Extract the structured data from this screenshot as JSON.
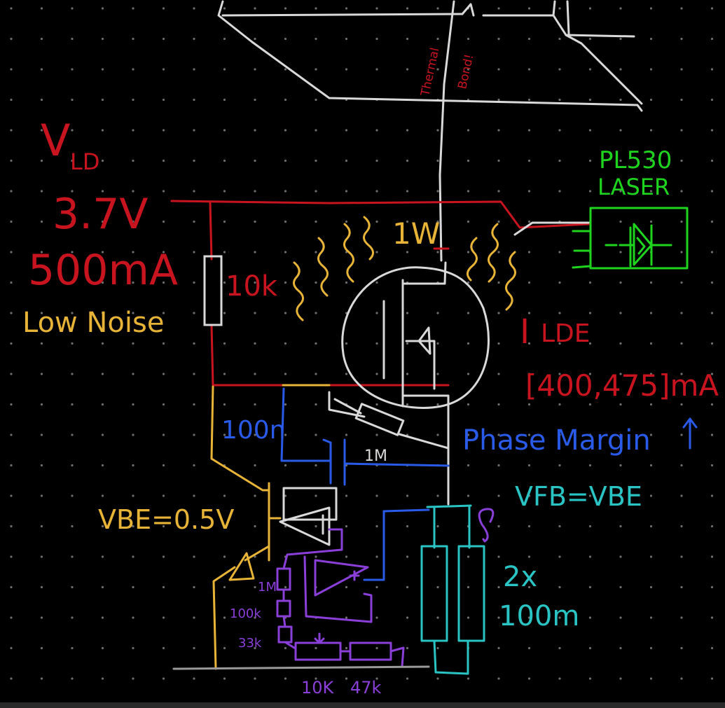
{
  "colors": {
    "background": "#000000",
    "grid_dot": "#6e6e6e",
    "supply": "#c8141e",
    "structure": "#d9d9d9",
    "heat": "#e8b437",
    "laser": "#1fd41f",
    "compensation": "#2a5be8",
    "feedback": "#2ac4c4",
    "divider": "#8a3fd8"
  },
  "labels": {
    "thermal": "Thermal",
    "bond": "Bond!",
    "v_ld_symbol": "V",
    "v_ld_sub": "LD",
    "voltage": "3.7V",
    "current": "500mA",
    "low_noise": "Low Noise",
    "resistor_10k": "10k",
    "power": "1W",
    "laser_model": "PL530",
    "laser_word": "LASER",
    "i_ld_symbol": "I",
    "i_ld_sub": "LDE",
    "i_ld_range": "[400,475]mA",
    "cap_100n": "100n",
    "res_1m": "1M",
    "phase_margin": "Phase Margin",
    "v_be": "VBE=0.5V",
    "v_fb": "VFB=VBE",
    "multiplier": "2x",
    "shunt": "100m",
    "r_1m": "1M",
    "r_100k": "100k",
    "r_33k": "33k",
    "pot_10k": "10K",
    "r_47k": "47k"
  }
}
